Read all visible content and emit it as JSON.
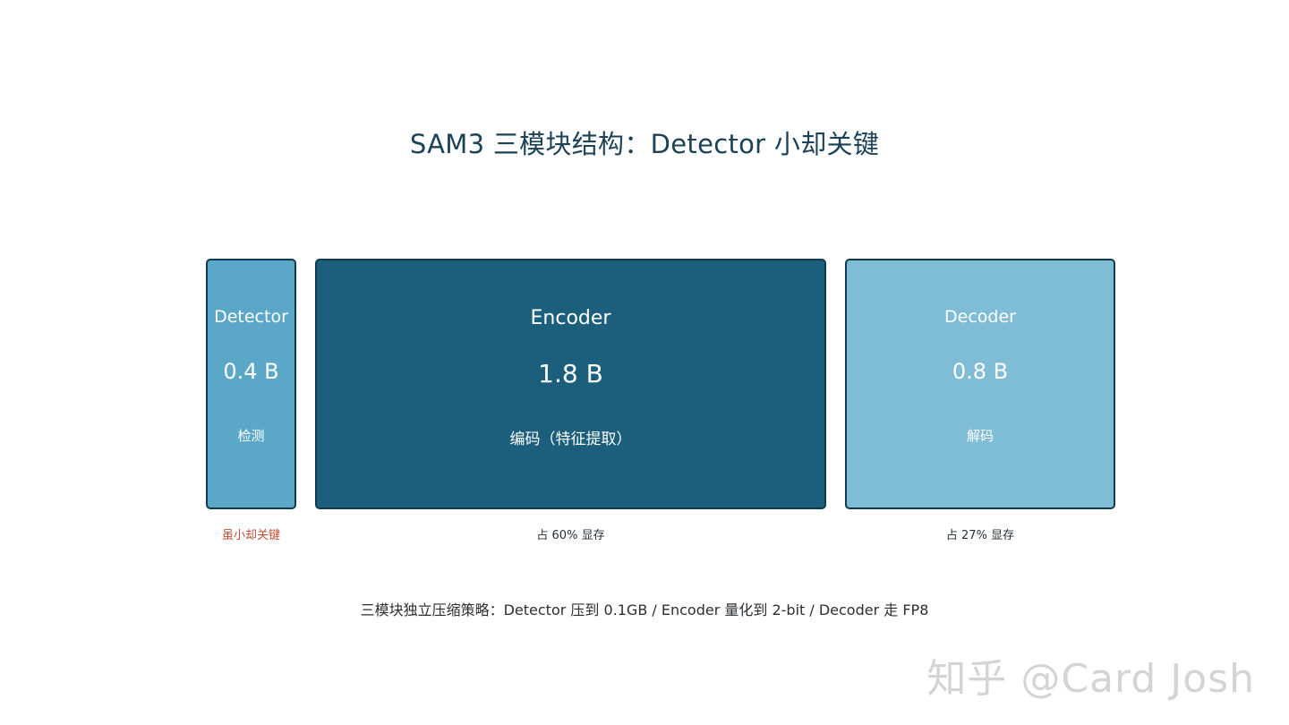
{
  "title": "SAM3 三模块结构：Detector 小却关键",
  "modules": [
    {
      "name": "Detector",
      "size": "0.4 B",
      "desc": "检测",
      "note": "虽小却关键",
      "color": "#5ba7c8"
    },
    {
      "name": "Encoder",
      "size": "1.8 B",
      "desc": "编码（特征提取）",
      "note": "占 60% 显存",
      "color": "#1b5f7c"
    },
    {
      "name": "Decoder",
      "size": "0.8 B",
      "desc": "解码",
      "note": "占 27% 显存",
      "color": "#7fbdd6"
    }
  ],
  "strategy": "三模块独立压缩策略：Detector 压到 0.1GB / Encoder 量化到 2-bit / Decoder 走 FP8",
  "watermark": "知乎 @Card Josh",
  "colors": {
    "title": "#1b4256",
    "border": "#123a4e",
    "highlight_note": "#c0503a"
  }
}
